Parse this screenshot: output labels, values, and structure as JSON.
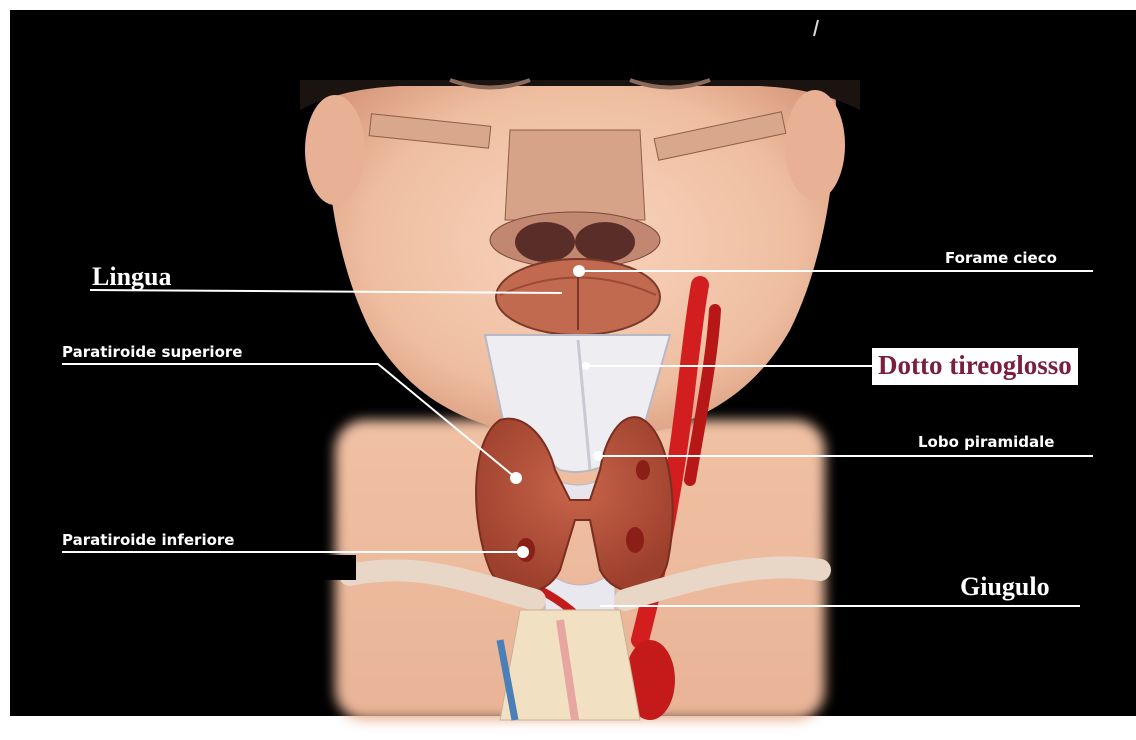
{
  "labels": {
    "lingua": "Lingua",
    "forame_cieco": "Forame cieco",
    "paratiroide_superiore": "Paratiroide superiore",
    "dotto_tireoglosso": "Dotto tireoglosso",
    "lobo_piramidale": "Lobo piramidale",
    "paratiroide_inferiore": "Paratiroide inferiore",
    "giugulo": "Giugulo"
  },
  "colors": {
    "background": "#000000",
    "skin": "#f3c2a4",
    "thyroid": "#b5533c",
    "artery": "#d21e1e",
    "bone": "#d9a88c",
    "cartilage": "#eeeef2",
    "accent_label": "#7a1f3d",
    "leader_line": "#ffffff"
  }
}
